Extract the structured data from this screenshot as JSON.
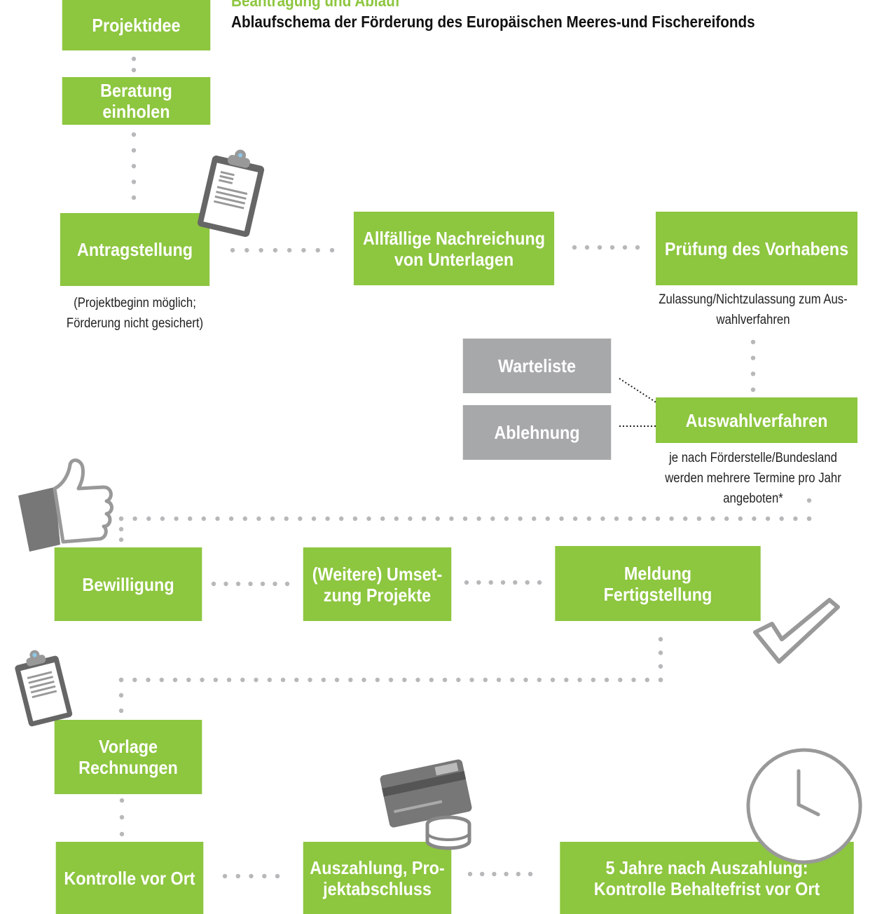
{
  "header": {
    "subtitle": "Beantragung und Ablauf",
    "title": "Ablaufschema der Förderung des Europäischen Meeres-und Fischereifonds"
  },
  "colors": {
    "green": "#8dc63f",
    "grey": "#a7a8aa",
    "icon": "#777777",
    "dots": "#b7b8ba"
  },
  "steps": {
    "projektidee": "Projektidee",
    "beratung": "Beratung einholen",
    "antragstellung": "Antragstellung",
    "nachreichung": "Allfällige Nachreichung\nvon Unterlagen",
    "pruefung": "Prüfung des Vorhabens",
    "warteliste": "Warteliste",
    "ablehnung": "Ablehnung",
    "auswahlverfahren": "Auswahlverfahren",
    "bewilligung": "Bewilligung",
    "umsetzung": "(Weitere) Umset-\nzung Projekte",
    "meldung": "Meldung\nFertigstellung",
    "vorlage": "Vorlage\nRechnungen",
    "kontrolle": "Kontrolle vor Ort",
    "auszahlung": "Auszahlung, Pro-\njektabschluss",
    "behaltefrist": "5 Jahre nach Auszahlung:\nKontrolle Behaltefrist vor Ort"
  },
  "notes": {
    "antrag": "(Projektbeginn möglich;\nFörderung nicht gesichert)",
    "pruefung": "Zulassung/Nichtzulassung zum Aus-\nwahlverfahren",
    "auswahl": "je nach Förderstelle/Bundesland\nwerden mehrere Termine pro Jahr\nangeboten*"
  },
  "icons": [
    "clipboard-icon",
    "thumbs-up-icon",
    "checkmark-icon",
    "clipboard-icon",
    "credit-card-coins-icon",
    "clock-icon"
  ]
}
